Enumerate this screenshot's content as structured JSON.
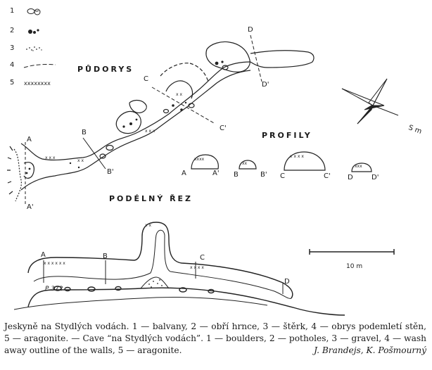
{
  "legend": [
    {
      "num": "1",
      "icon": "boulder-symbol-icon"
    },
    {
      "num": "2",
      "icon": "pothole-symbol-icon"
    },
    {
      "num": "3",
      "icon": "gravel-symbol-icon"
    },
    {
      "num": "4",
      "icon": "dashed-outline-symbol-icon"
    },
    {
      "num": "5",
      "icon": "aragonite-x-symbol-icon"
    }
  ],
  "titles": {
    "plan": "PŮDORYS",
    "profiles": "PROFILY",
    "section": "PODÉLNÝ ŘEZ"
  },
  "plan_markers": {
    "A": "A",
    "A_prime": "A'",
    "B": "B",
    "B_prime": "B'",
    "C": "C",
    "C_prime": "C'",
    "D": "D",
    "D_prime": "D'"
  },
  "profile_labels": [
    "A",
    "A'",
    "B",
    "B'",
    "C",
    "C'",
    "D",
    "D'"
  ],
  "section_markers": {
    "A": "A",
    "B": "B",
    "C": "C",
    "D": "D"
  },
  "section_point": "P 372",
  "compass_label": "S m",
  "scale_label": "10 m",
  "caption": {
    "text": "Jeskyně na Stydlých vodách. 1 — balvany, 2 — obří hrnce, 3 — štěrk, 4 — obrys podemletí stěn, 5 — aragonite. — Cave “na Stydlých vodách”. 1 — boulders, 2 — potholes, 3 — gravel, 4 — wash away outline of the walls, 5 — aragonite.",
    "credit": "J. Brandejs, K. Pošmourný"
  }
}
